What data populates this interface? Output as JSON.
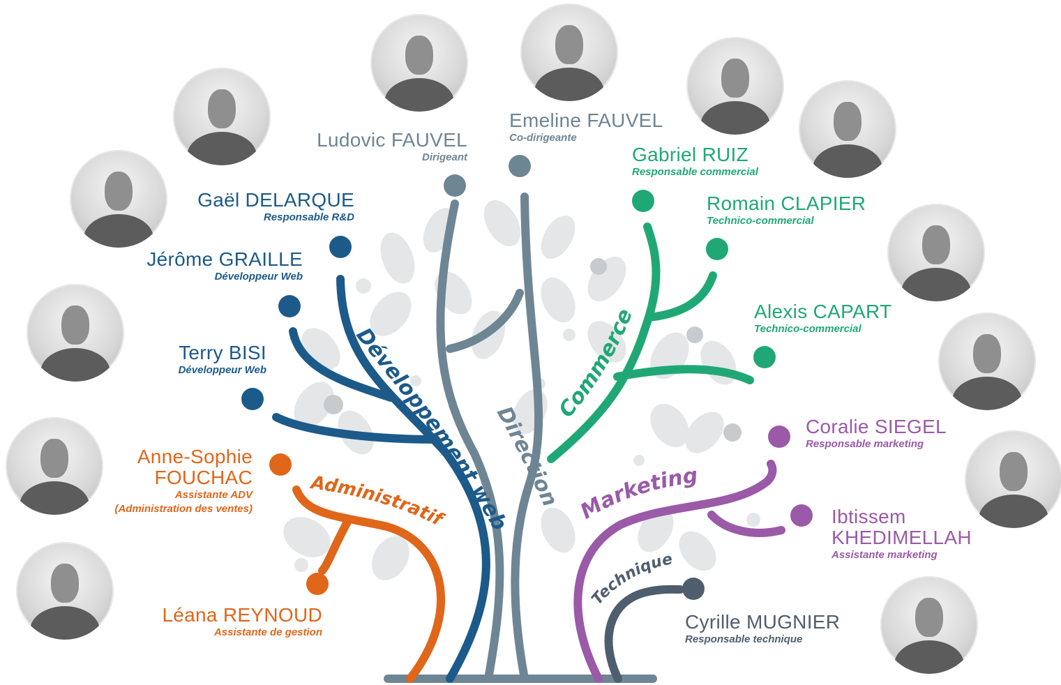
{
  "colors": {
    "direction": "#6e8594",
    "developpement_web": "#1c5a8a",
    "commerce": "#1fa876",
    "administratif": "#e0661a",
    "marketing": "#9a5aa8",
    "technique": "#4f5e6e",
    "leaves": "#e3e5e7"
  },
  "branches": {
    "direction": "Direction",
    "developpement_web": "Développement web",
    "commerce": "Commerce",
    "administratif": "Administratif",
    "marketing": "Marketing",
    "technique": "Technique"
  },
  "people": {
    "ludovic": {
      "name": "Ludovic FAUVEL",
      "role": "Dirigeant"
    },
    "emeline": {
      "name": "Emeline FAUVEL",
      "role": "Co-dirigeante"
    },
    "gael": {
      "name": "Gaël DELARQUE",
      "role": "Responsable R&D"
    },
    "jerome": {
      "name": "Jérôme GRAILLE",
      "role": "Développeur Web"
    },
    "terry": {
      "name": "Terry BISI",
      "role": "Développeur Web"
    },
    "annesophie": {
      "name_line1": "Anne-Sophie",
      "name_line2": "FOUCHAC",
      "role_line1": "Assistante ADV",
      "role_line2": "(Administration des ventes)"
    },
    "leana": {
      "name": "Léana REYNOUD",
      "role": "Assistante de gestion"
    },
    "gabriel": {
      "name": "Gabriel RUIZ",
      "role": "Responsable commercial"
    },
    "romain": {
      "name": "Romain CLAPIER",
      "role": "Technico-commercial"
    },
    "alexis": {
      "name": "Alexis CAPART",
      "role": "Technico-commercial"
    },
    "coralie": {
      "name": "Coralie SIEGEL",
      "role": "Responsable marketing"
    },
    "ibtissem": {
      "name_line1": "Ibtissem",
      "name_line2": "KHEDIMELLAH",
      "role": "Assistante marketing"
    },
    "cyrille": {
      "name": "Cyrille MUGNIER",
      "role": "Responsable technique"
    }
  }
}
